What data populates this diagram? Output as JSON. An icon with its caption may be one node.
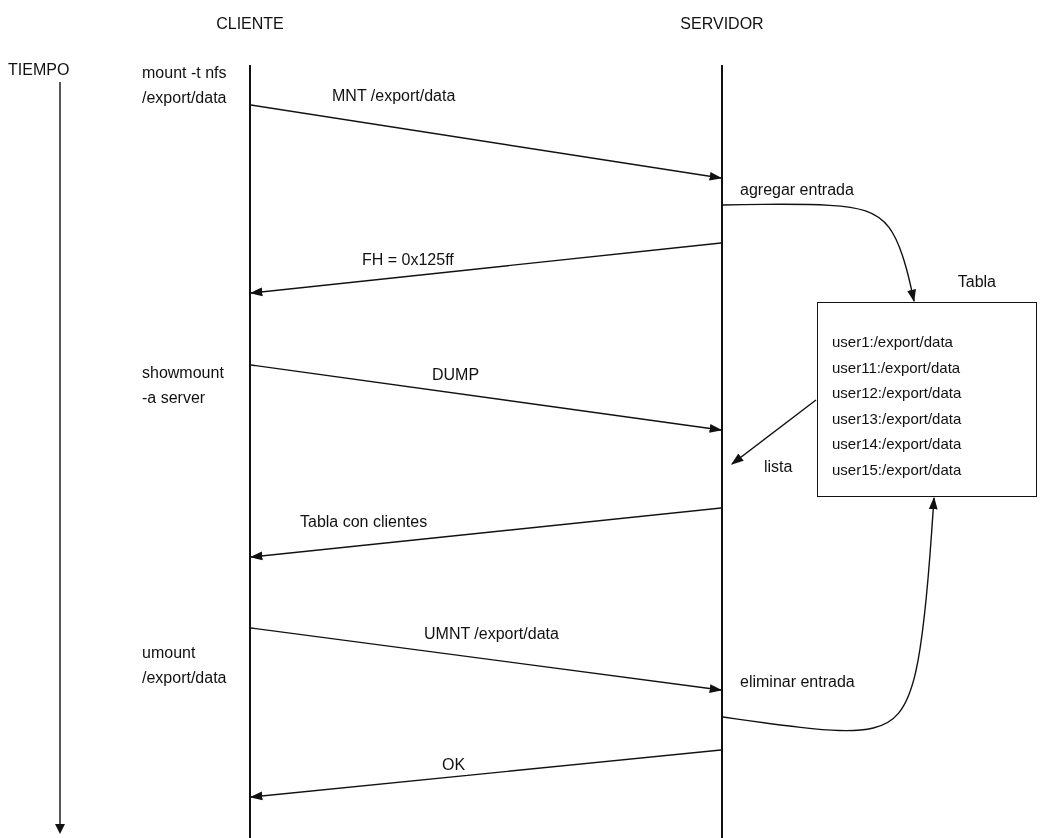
{
  "diagram": {
    "nodes": [
      {
        "text": [
          "CLIENTE"
        ]
      },
      {
        "text": [
          "SERVIDOR"
        ]
      },
      {
        "text": [
          "Tabla",
          "user1:/export/data",
          "user11:/export/data",
          "user12:/export/data",
          "user13:/export/data",
          "user14:/export/data",
          "user15:/export/data"
        ]
      }
    ],
    "edges": [
      {
        "from": 0,
        "to": 1,
        "arrow": "to",
        "label": "MNT /export/data"
      },
      {
        "from": 1,
        "to": 2,
        "arrow": "to",
        "label": "agregar entrada"
      },
      {
        "from": 1,
        "to": 0,
        "arrow": "to",
        "label": "FH = 0x125ff"
      },
      {
        "from": 0,
        "to": 1,
        "arrow": "to",
        "label": "DUMP"
      },
      {
        "from": 2,
        "to": 1,
        "arrow": "to",
        "label": "lista"
      },
      {
        "from": 1,
        "to": 0,
        "arrow": "to",
        "label": "Tabla con clientes"
      },
      {
        "from": 0,
        "to": 1,
        "arrow": "to",
        "label": "UMNT /export/data"
      },
      {
        "from": 1,
        "to": 2,
        "arrow": "to",
        "label": "eliminar entrada"
      },
      {
        "from": 1,
        "to": 0,
        "arrow": "to",
        "label": "OK"
      }
    ],
    "labels": [
      "TIEMPO",
      "mount -t nfs /export/data",
      "showmount -a server",
      "umount /export/data"
    ]
  }
}
